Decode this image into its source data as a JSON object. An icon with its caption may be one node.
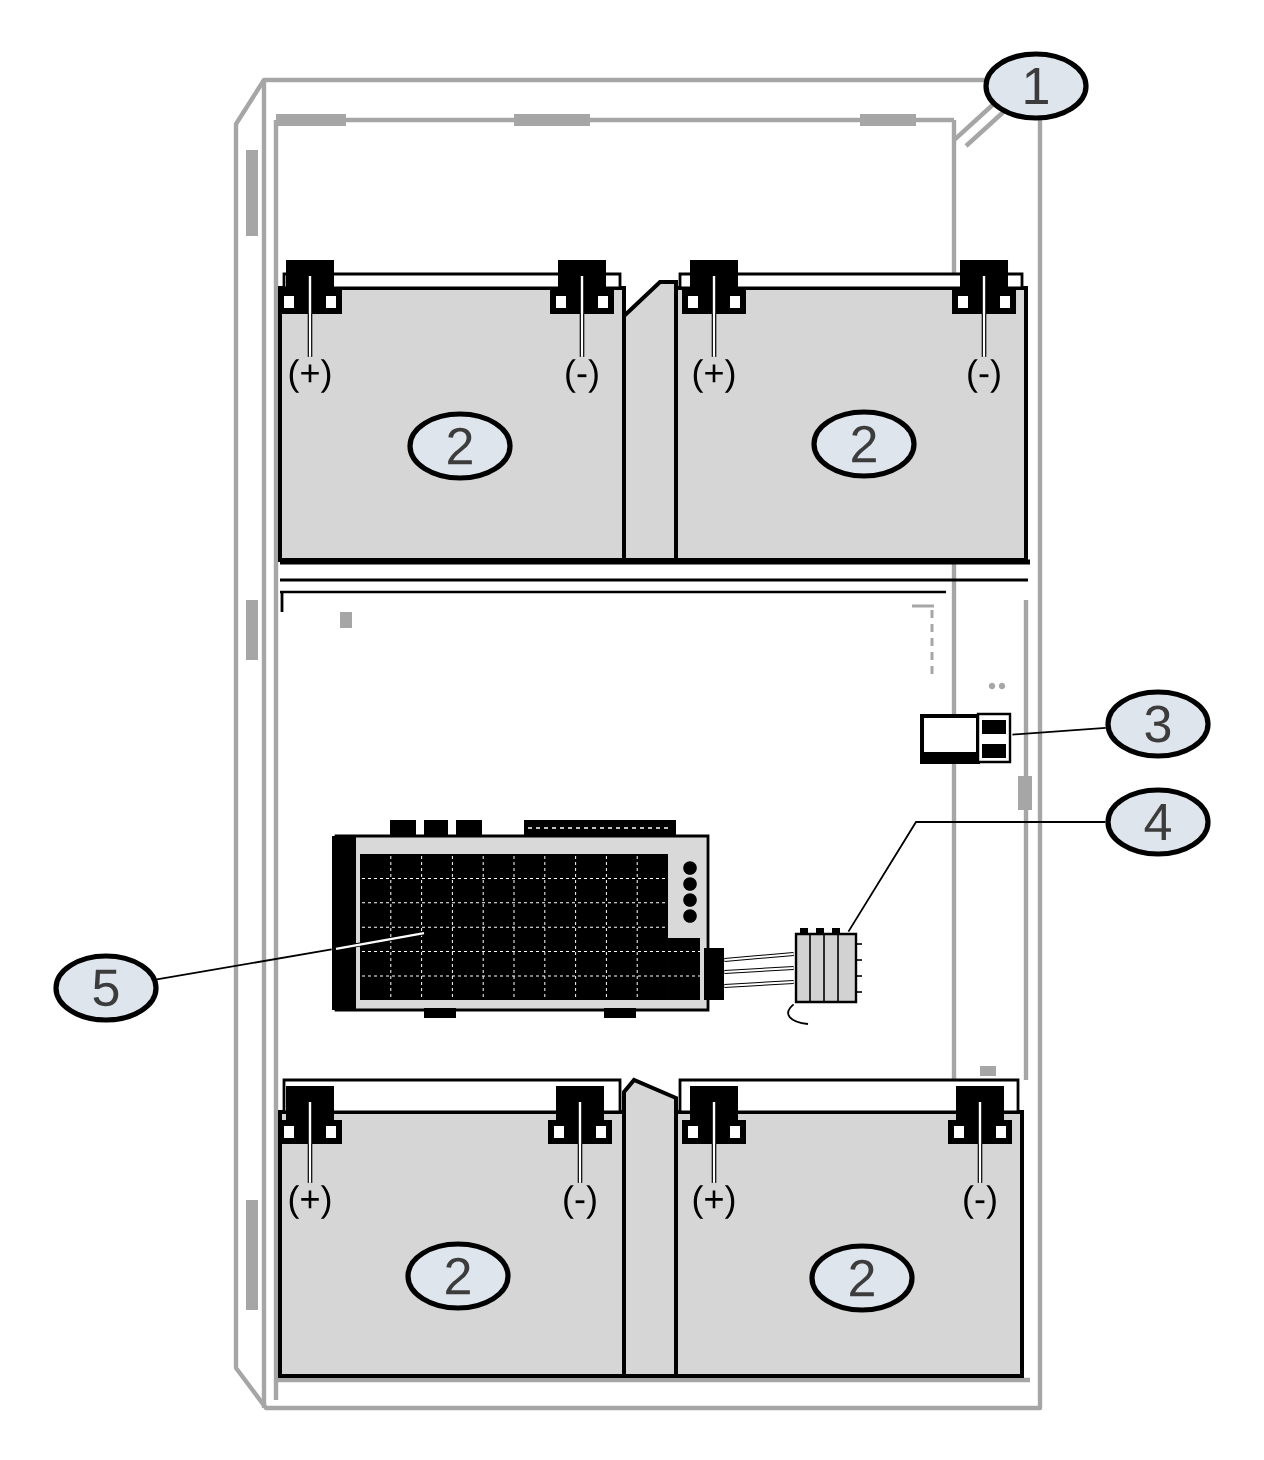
{
  "diagram": {
    "nodes": [
      {
        "text": [
          "1"
        ]
      },
      {
        "text": [
          "(+)"
        ]
      },
      {
        "text": [
          "(-)"
        ]
      },
      {
        "text": [
          "(+)"
        ]
      },
      {
        "text": [
          "(-)"
        ]
      },
      {
        "text": [
          "2"
        ]
      },
      {
        "text": [
          "2"
        ]
      },
      {
        "text": [
          "3"
        ]
      },
      {
        "text": [],
        "shape": "picture"
      },
      {
        "text": [
          "4"
        ]
      },
      {
        "text": [],
        "shape": "picture"
      },
      {
        "text": [
          "5"
        ]
      },
      {
        "text": [],
        "shape": "picture"
      },
      {
        "text": [
          "(+)"
        ]
      },
      {
        "text": [
          "(-)"
        ]
      },
      {
        "text": [
          "(+)"
        ]
      },
      {
        "text": [
          "(-)"
        ]
      },
      {
        "text": [
          "2"
        ]
      },
      {
        "text": [
          "2"
        ]
      }
    ],
    "edges": [
      {
        "from": 1,
        "to": null,
        "arrow": "none"
      },
      {
        "from": 2,
        "to": null,
        "arrow": "none"
      },
      {
        "from": 3,
        "to": null,
        "arrow": "none"
      },
      {
        "from": 4,
        "to": null,
        "arrow": "none"
      },
      {
        "from": 7,
        "to": 8,
        "arrow": "none"
      },
      {
        "from": 9,
        "to": 10,
        "arrow": "none"
      },
      {
        "from": 11,
        "to": 12,
        "arrow": "none"
      },
      {
        "from": 13,
        "to": null,
        "arrow": "none"
      },
      {
        "from": 14,
        "to": null,
        "arrow": "none"
      },
      {
        "from": 15,
        "to": null,
        "arrow": "none"
      },
      {
        "from": 16,
        "to": null,
        "arrow": "none"
      },
      {
        "from": 12,
        "to": 10,
        "arrow": "none"
      },
      {
        "from": 12,
        "to": 10,
        "arrow": "none"
      },
      {
        "from": 12,
        "to": 10,
        "arrow": "none"
      },
      {
        "from": 10,
        "to": null,
        "arrow": "none"
      }
    ]
  }
}
